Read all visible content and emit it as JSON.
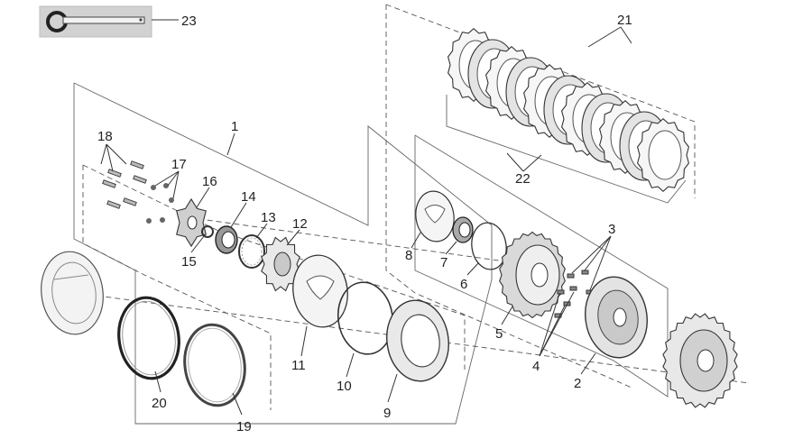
{
  "figure": {
    "type": "exploded-parts-diagram"
  },
  "colors": {
    "line": "#333333",
    "part_fill": "#e6e6e6",
    "part_fill_dark": "#b9b9b9",
    "label": "#222222",
    "tool_box": "#d2d2d2"
  },
  "callouts": {
    "c1": "1",
    "c2": "2",
    "c3": "3",
    "c4": "4",
    "c5": "5",
    "c6": "6",
    "c7": "7",
    "c8": "8",
    "c9": "9",
    "c10": "10",
    "c11": "11",
    "c12": "12",
    "c13": "13",
    "c14": "14",
    "c15": "15",
    "c16": "16",
    "c17": "17",
    "c18": "18",
    "c19": "19",
    "c20": "20",
    "c21": "21",
    "c22": "22",
    "c23": "23"
  }
}
